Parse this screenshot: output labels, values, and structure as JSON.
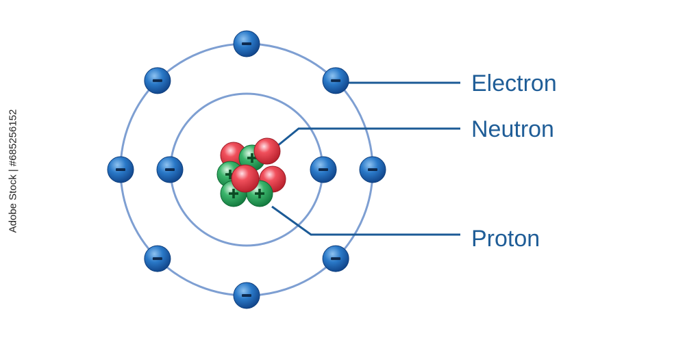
{
  "labels": {
    "electron": "Electron",
    "neutron": "Neutron",
    "proton": "Proton"
  },
  "watermark": "Adobe Stock | #685256152",
  "colors": {
    "orbit": "#7e9fd2",
    "leader": "#1b5a96",
    "label": "#1f5d97",
    "electron": "#1e68b9",
    "proton": "#d93540",
    "neutron": "#1f9a55"
  },
  "icons": {
    "electron": "minus-sign",
    "neutron": "plus-sign"
  }
}
